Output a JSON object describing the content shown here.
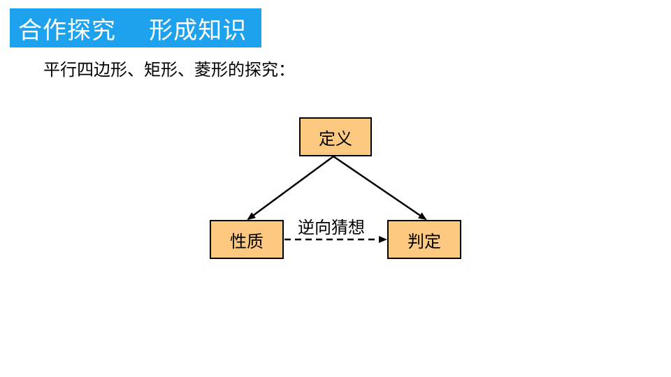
{
  "header": {
    "title": "合作探究    形成知识"
  },
  "content": {
    "subtitle": "平行四边形、矩形、菱形的探究："
  },
  "diagram": {
    "nodes": {
      "definition": "定义",
      "property": "性质",
      "criterion": "判定"
    },
    "edges": [
      {
        "from": "definition",
        "to": "property",
        "style": "solid"
      },
      {
        "from": "definition",
        "to": "criterion",
        "style": "solid"
      },
      {
        "from": "property",
        "to": "criterion",
        "style": "dashed",
        "label": "逆向猜想"
      }
    ],
    "colors": {
      "banner": "#1ea2ee",
      "node_fill": "#fdc980",
      "stroke": "#000000"
    }
  }
}
